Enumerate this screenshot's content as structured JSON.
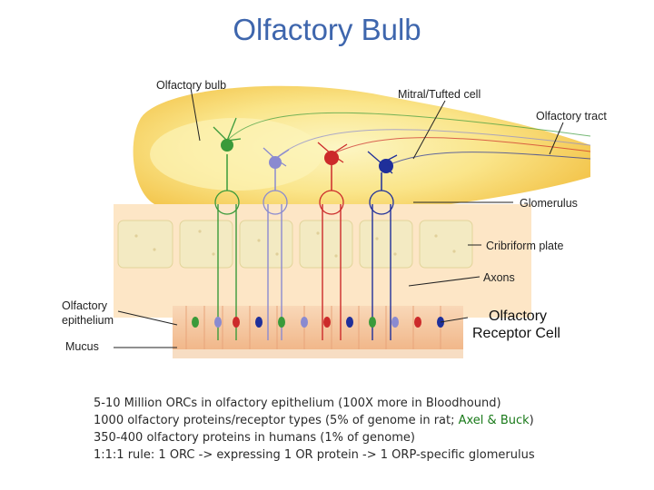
{
  "title": "Olfactory Bulb",
  "diagram": {
    "labels": {
      "olfactory_bulb": "Olfactory bulb",
      "mitral_tufted": "Mitral/Tufted cell",
      "olfactory_tract": "Olfactory tract",
      "glomerulus": "Glomerulus",
      "cribriform": "Cribriform plate",
      "axons": "Axons",
      "epithelium_1": "Olfactory",
      "epithelium_2": "epithelium",
      "mucus": "Mucus",
      "orc_1": "Olfactory",
      "orc_2": "Receptor Cell"
    },
    "colors": {
      "bulb_outer": "#f7d77a",
      "bulb_inner": "#fbf3b0",
      "bone": "#f3ecc8",
      "epithelium": "#f6c9a2",
      "neuron_green": "#3a9a3a",
      "neuron_lilac": "#8a8ad0",
      "neuron_red": "#cc2a2a",
      "neuron_blue": "#1f2f9a"
    }
  },
  "notes": {
    "line1": "5-10 Million ORCs in olfactory epithelium (100X more in Bloodhound)",
    "line2_pre": "1000 olfactory proteins/receptor types (5% of genome in rat; ",
    "line2_highlight": "Axel & Buck",
    "line2_post": ")",
    "line3": "350-400 olfactory proteins in humans (1% of genome)",
    "line4": "1:1:1 rule: 1 ORC -> expressing 1 OR protein -> 1 ORP-specific glomerulus"
  }
}
